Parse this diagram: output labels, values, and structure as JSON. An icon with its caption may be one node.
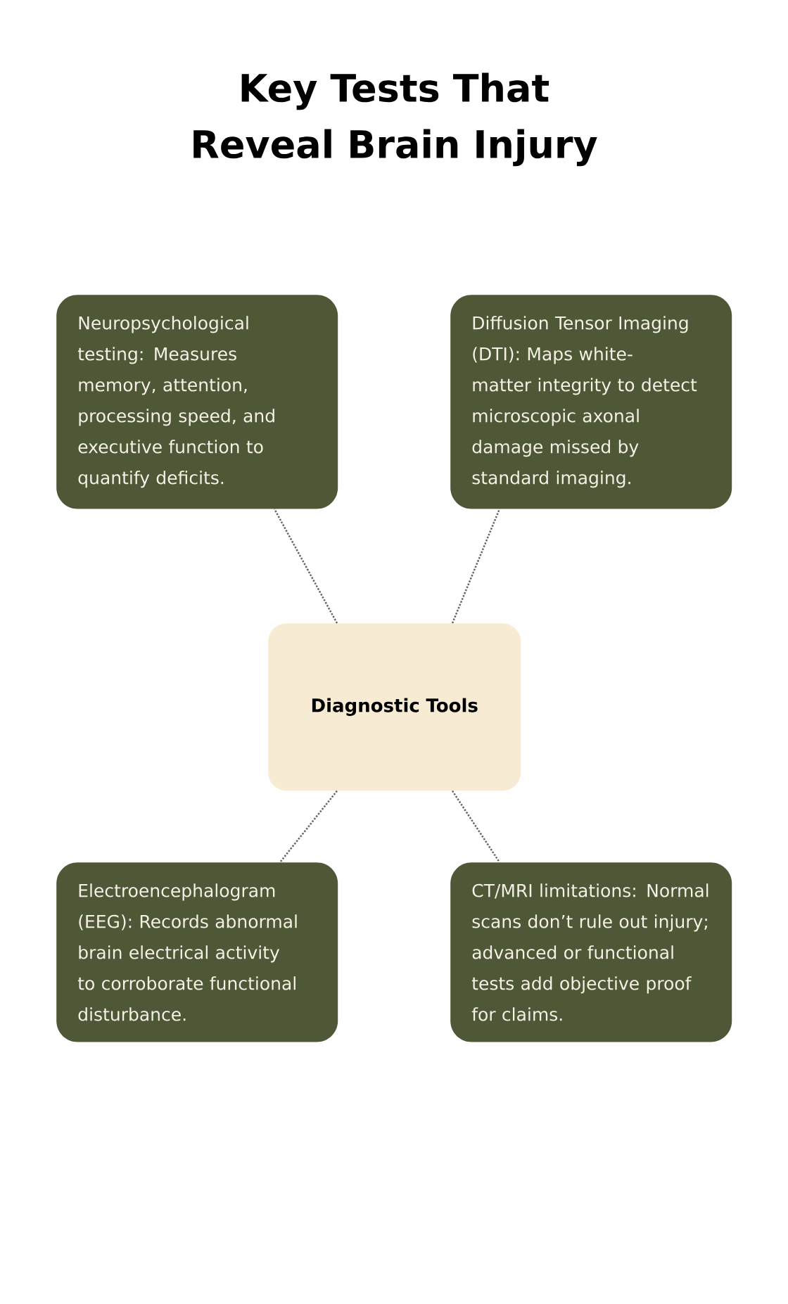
{
  "diagram": {
    "title": "Key Tests That Reveal Brain Injury",
    "nodes": [
      {
        "text": [
          "Neuropsychological testing: Measures memory, attention, processing speed, and executive function to quantify deficits."
        ]
      },
      {
        "text": [
          "Diffusion Tensor Imaging (DTI): Maps white-matter integrity to detect microscopic axonal damage missed by standard imaging."
        ]
      },
      {
        "text": [
          "Diagnostic Tools"
        ]
      },
      {
        "text": [
          "Electroencephalogram (EEG): Records abnormal brain electrical activity to corroborate functional disturbance."
        ]
      },
      {
        "text": [
          "CT/MRI limitations: Normal scans don’t rule out injury; advanced or functional tests add objective proof for claims."
        ]
      }
    ],
    "edges": [
      {
        "from": 2,
        "to": 0,
        "arrow": "none"
      },
      {
        "from": 2,
        "to": 1,
        "arrow": "none"
      },
      {
        "from": 2,
        "to": 3,
        "arrow": "none"
      },
      {
        "from": 2,
        "to": 4,
        "arrow": "none"
      }
    ]
  }
}
